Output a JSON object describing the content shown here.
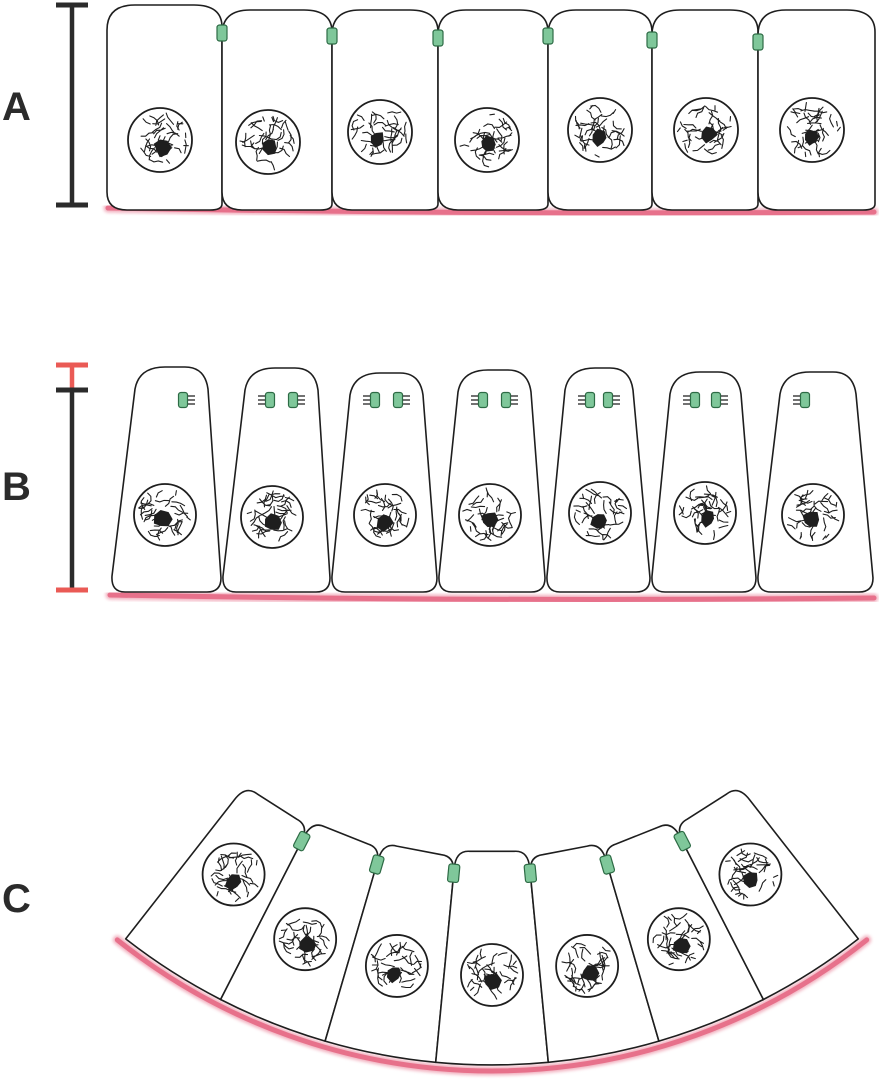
{
  "panels": [
    {
      "label": "A",
      "type": "columnar-epithelium-junctions-apical"
    },
    {
      "label": "B",
      "type": "apical-constriction-junctions-lost"
    },
    {
      "label": "C",
      "type": "curved-epithelium-bending"
    }
  ],
  "colors": {
    "basement_membrane": "#e7718b",
    "junction": "#7fc79a",
    "scale_bar": "#2b2b2b",
    "scale_bar_change": "#ea5a55",
    "outline": "#1e1e1e"
  },
  "cell_count_per_panel": 7
}
